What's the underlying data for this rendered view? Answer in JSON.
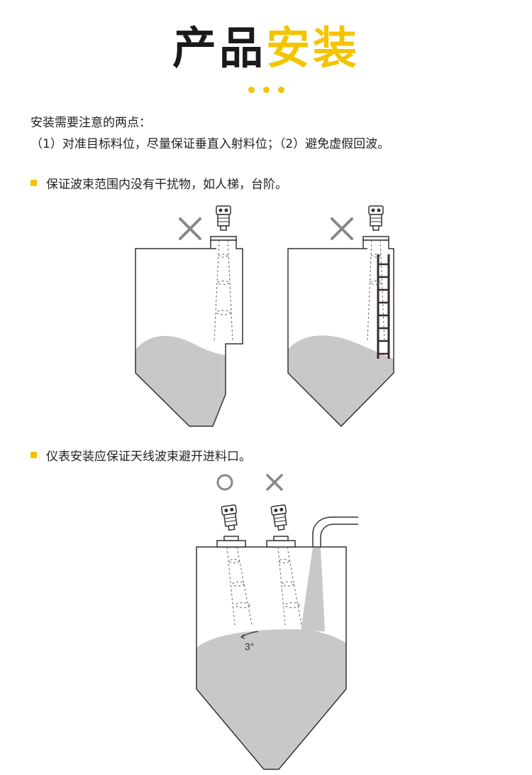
{
  "header": {
    "title_part1": "产品",
    "title_part2": "安装"
  },
  "intro": {
    "line1": "安装需要注意的两点：",
    "line2": "（1）对准目标料位，尽量保证垂直入射料位；（2）避免虚假回波。"
  },
  "sections": [
    {
      "bullet": "保证波束范围内没有干扰物，如人梯，台阶。"
    },
    {
      "bullet": "仪表安装应保证天线波束避开进料口。"
    }
  ],
  "diagram": {
    "angle_label": "3°",
    "colors": {
      "accent": "#f5c400",
      "fill": "#c8c8c8",
      "line": "#333333",
      "mark": "#888888",
      "ladder": "#3a2a2a"
    }
  }
}
